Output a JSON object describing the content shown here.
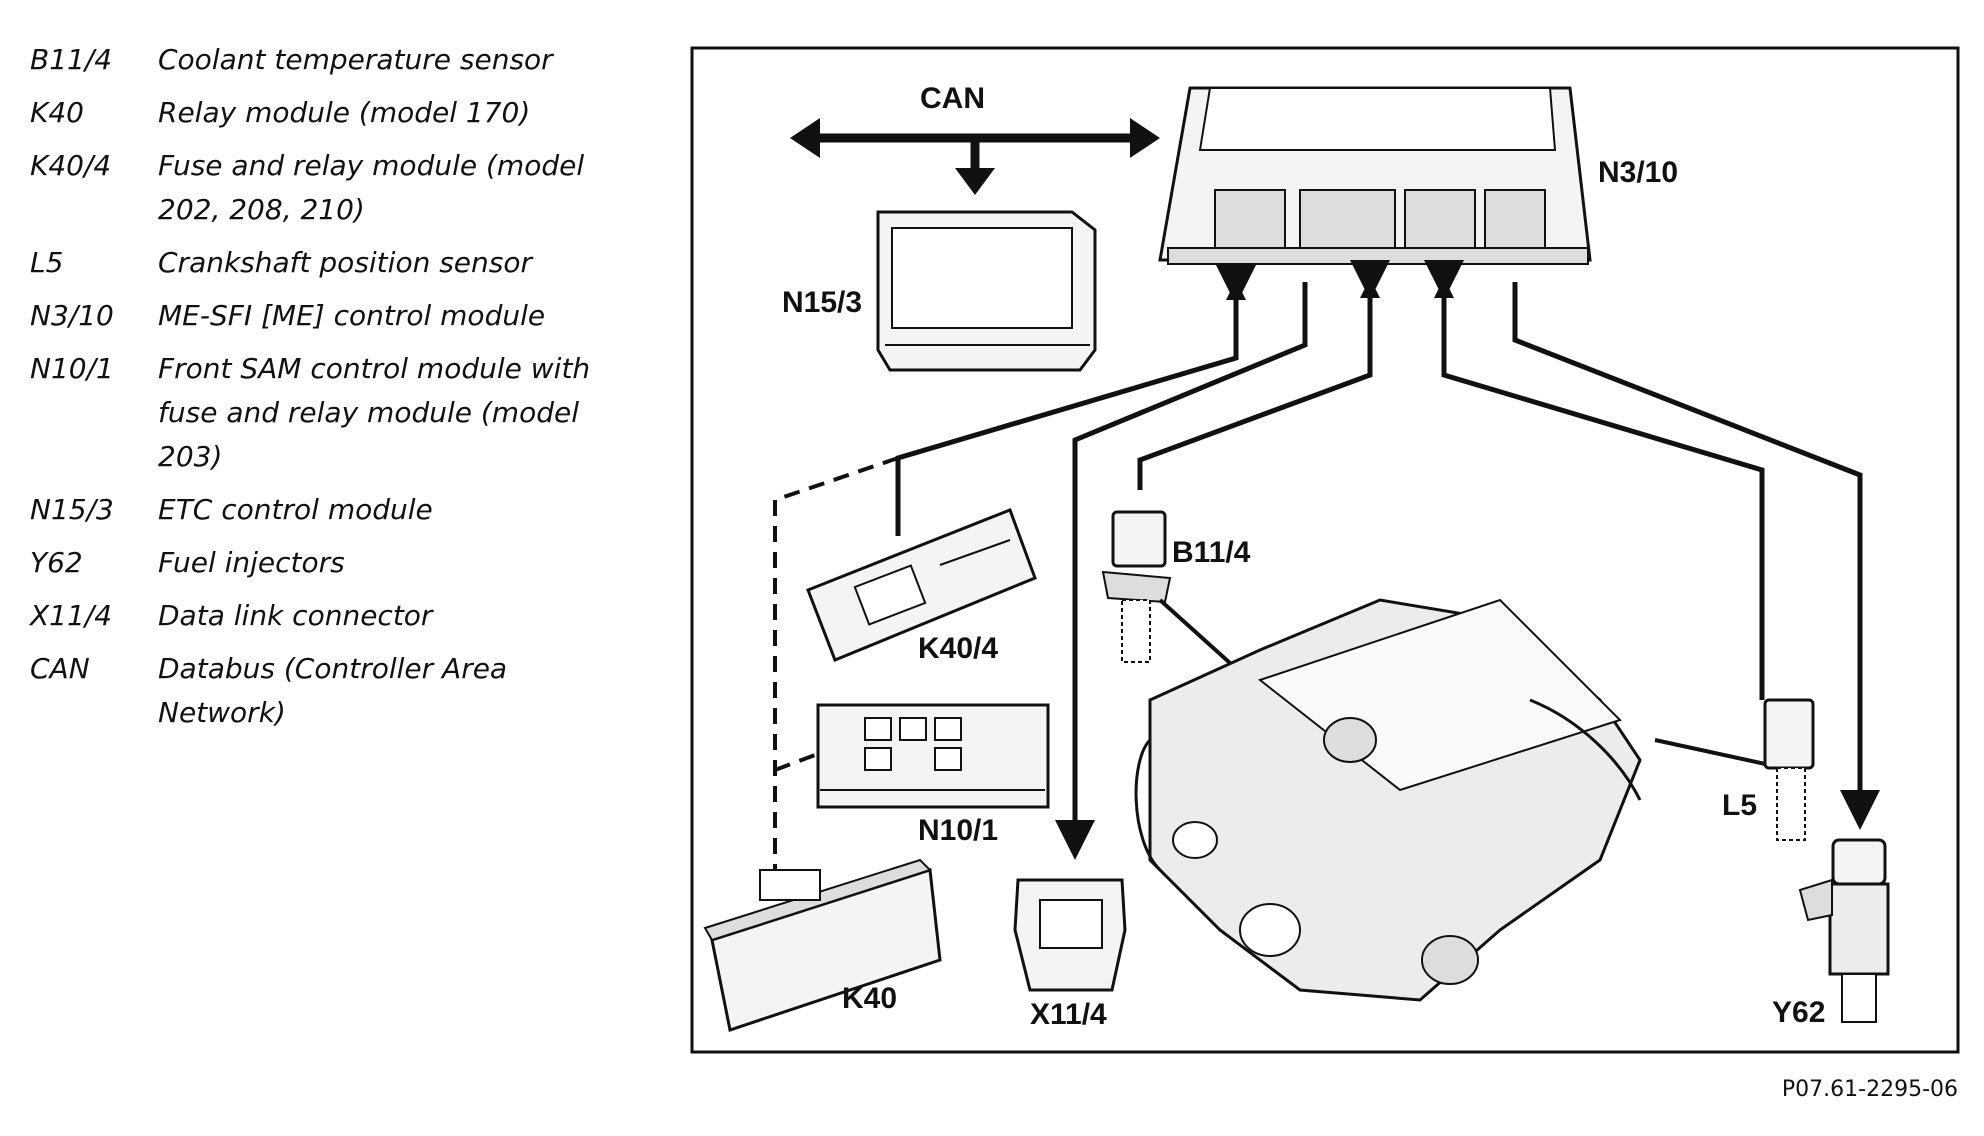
{
  "legend": [
    {
      "code": "B11/4",
      "desc": "Coolant temperature sensor"
    },
    {
      "code": "K40",
      "desc": "Relay module (model 170)"
    },
    {
      "code": "K40/4",
      "desc": "Fuse and relay module (model 202, 208, 210)"
    },
    {
      "code": "L5",
      "desc": "Crankshaft position sensor"
    },
    {
      "code": "N3/10",
      "desc": "ME-SFI [ME] control module"
    },
    {
      "code": "N10/1",
      "desc": "Front SAM control module with fuse and relay module (model 203)"
    },
    {
      "code": "N15/3",
      "desc": "ETC control module"
    },
    {
      "code": "Y62",
      "desc": "Fuel injectors"
    },
    {
      "code": "X11/4",
      "desc": "Data link connector"
    },
    {
      "code": "CAN",
      "desc": "Databus (Controller Area Network)"
    }
  ],
  "diagram": {
    "labels": {
      "can": "CAN",
      "n3_10": "N3/10",
      "n15_3": "N15/3",
      "b11_4": "B11/4",
      "k40_4": "K40/4",
      "n10_1": "N10/1",
      "k40": "K40",
      "x11_4": "X11/4",
      "l5": "L5",
      "y62": "Y62"
    },
    "figure_id": "P07.61-2295-06"
  }
}
